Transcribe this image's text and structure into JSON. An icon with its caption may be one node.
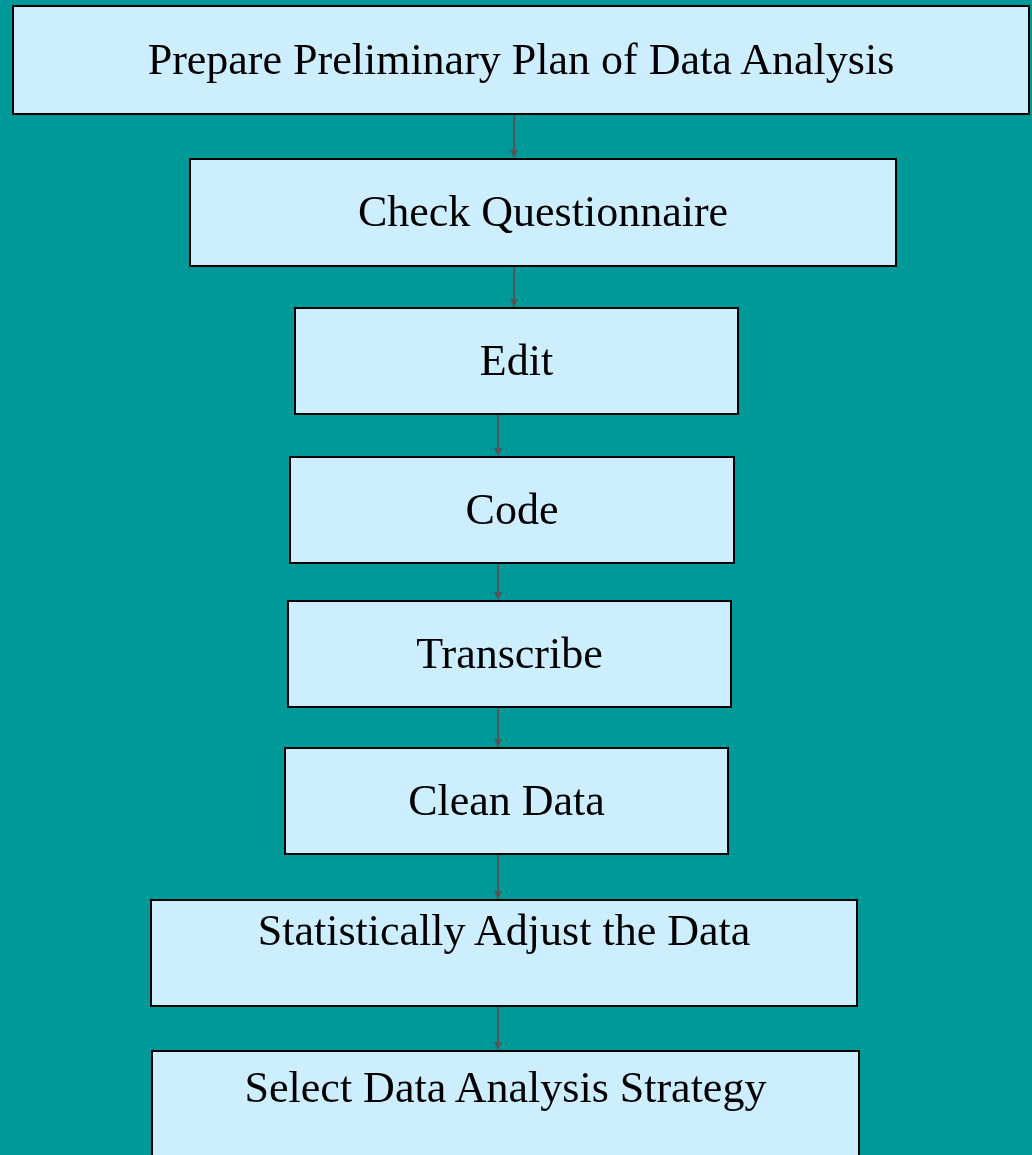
{
  "diagram": {
    "nodes": [
      {
        "text": [
          "Prepare Preliminary Plan of Data Analysis"
        ]
      },
      {
        "text": [
          "Check Questionnaire"
        ]
      },
      {
        "text": [
          "Edit"
        ]
      },
      {
        "text": [
          "Code"
        ]
      },
      {
        "text": [
          "Transcribe"
        ]
      },
      {
        "text": [
          "Clean Data"
        ]
      },
      {
        "text": [
          "Statistically Adjust the Data"
        ]
      },
      {
        "text": [
          "Select Data Analysis Strategy"
        ]
      }
    ],
    "edges": [
      {
        "from": 0,
        "to": 1,
        "arrow": "to"
      },
      {
        "from": 1,
        "to": 2,
        "arrow": "to"
      },
      {
        "from": 2,
        "to": 3,
        "arrow": "to"
      },
      {
        "from": 3,
        "to": 4,
        "arrow": "to"
      },
      {
        "from": 4,
        "to": 5,
        "arrow": "to"
      },
      {
        "from": 5,
        "to": 6,
        "arrow": "to"
      },
      {
        "from": 6,
        "to": 7,
        "arrow": "to"
      }
    ]
  }
}
